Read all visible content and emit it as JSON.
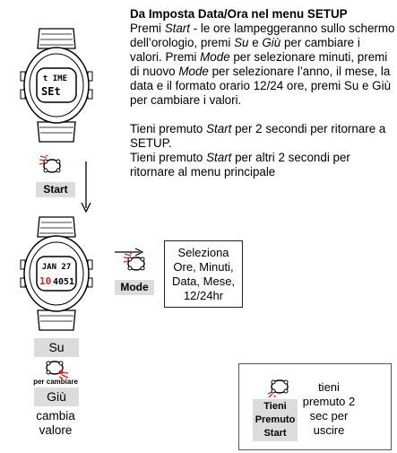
{
  "watch1": {
    "line1": "t IME",
    "line2": "SEt"
  },
  "watch2": {
    "line1": "JAN 27",
    "line2a": "10",
    "line2b": "4051"
  },
  "instructions": {
    "heading": "Da Imposta Data/Ora nel menu SETUP",
    "p1_a": "Premi ",
    "p1_start": "Start",
    "p1_b": " - le ore lampeggeranno sullo schermo dell’orologio, premi ",
    "p1_su": "Su",
    "p1_c": " e ",
    "p1_giu": "Giù",
    "p1_d": " per cambiare i valori. Premi ",
    "p1_mode": "Mode",
    "p1_e": " per selezionare minuti, premi di nuovo ",
    "p1_mode2": "Mode",
    "p1_f": " per selezionare l’anno, il mese, la data e il formato orario 12/24 ore, premi Su e Giù per cambiare i valori.",
    "p2_a": "Tieni premuto ",
    "p2_start": "Start",
    "p2_b": " per 2 secondi per ritornare a SETUP.",
    "p3_a": "Tieni premuto ",
    "p3_start": "Start",
    "p3_b": " per altri 2 secondi per ritornare al menu principale"
  },
  "start_button": {
    "label": "Start"
  },
  "mode_button": {
    "label": "Mode"
  },
  "mode_box": {
    "text": "Seleziona Ore, Minuti, Data, Mese, 12/24hr"
  },
  "su_button": {
    "label": "Su"
  },
  "per_cambiare": "per cambiare",
  "giu_button": {
    "label": "Giù"
  },
  "cambia_valore": "cambia valore",
  "tip": {
    "btn_line1": "Tieni",
    "btn_line2": "Premuto",
    "btn_line3": "Start",
    "text": "tieni premuto 2 sec per uscire"
  },
  "colors": {
    "accent_red": "#e0201a",
    "grey": "#dcdcdc"
  }
}
